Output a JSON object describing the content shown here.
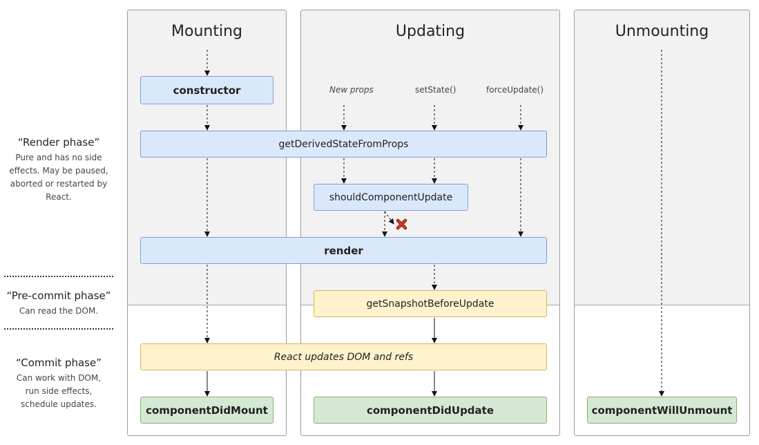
{
  "columns": {
    "mounting": "Mounting",
    "updating": "Updating",
    "unmounting": "Unmounting"
  },
  "phases": {
    "render": {
      "title": "“Render phase”",
      "lines": [
        "Pure and has no side",
        "effects. May be paused,",
        "aborted or restarted by",
        "React."
      ]
    },
    "precommit": {
      "title": "“Pre-commit phase”",
      "lines": [
        "Can read the DOM."
      ]
    },
    "commit": {
      "title": "“Commit phase”",
      "lines": [
        "Can work with DOM,",
        "run side effects,",
        "schedule updates."
      ]
    }
  },
  "triggers": {
    "new_props": "New props",
    "set_state": "setState()",
    "force_update": "forceUpdate()"
  },
  "methods": {
    "constructor": "constructor",
    "get_derived": "getDerivedStateFromProps",
    "should_update": "shouldComponentUpdate",
    "render": "render",
    "get_snapshot": "getSnapshotBeforeUpdate",
    "dom_update": "React updates DOM and refs",
    "did_mount": "componentDidMount",
    "did_update": "componentDidUpdate",
    "will_unmount": "componentWillUnmount"
  },
  "colors": {
    "lifecycle_box": "#dae8fc",
    "commit_box": "#fff2cc",
    "final_box": "#d5e8d4",
    "cancel_mark": "#d9331a"
  },
  "icons": {
    "cancel": "x-mark-icon"
  }
}
